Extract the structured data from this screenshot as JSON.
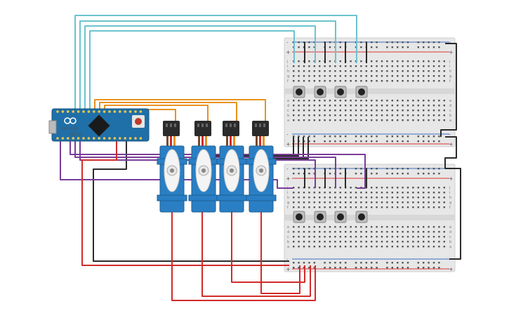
{
  "board": {
    "brand_label": "ARDUINO",
    "model_label": "MICRO"
  },
  "breadboards": [
    {
      "name": "breadboard-top",
      "row_labels_top": [
        "j",
        "i",
        "h",
        "g",
        "f"
      ],
      "row_labels_bottom": [
        "e",
        "d",
        "c",
        "b",
        "a"
      ],
      "columns": 30
    },
    {
      "name": "breadboard-bottom",
      "row_labels_top": [
        "j",
        "i",
        "h",
        "g",
        "f"
      ],
      "row_labels_bottom": [
        "e",
        "d",
        "c",
        "b",
        "a"
      ],
      "columns": 30
    }
  ],
  "rail_signs": {
    "plus": "+",
    "minus": "-"
  },
  "servos": [
    {
      "name": "servo-1"
    },
    {
      "name": "servo-2"
    },
    {
      "name": "servo-3"
    },
    {
      "name": "servo-4"
    }
  ],
  "pushbuttons": {
    "top_count": 4,
    "bottom_count": 4
  },
  "colors": {
    "board_blue": "#1f6fa8",
    "servo_blue": "#2a7fc4",
    "wire_cyan": "#6cc3cf",
    "wire_orange": "#e8921e",
    "wire_purple": "#7a3d98",
    "wire_red": "#d22b2b",
    "wire_black": "#2b2b2b",
    "breadboard": "#e6e6e6"
  }
}
